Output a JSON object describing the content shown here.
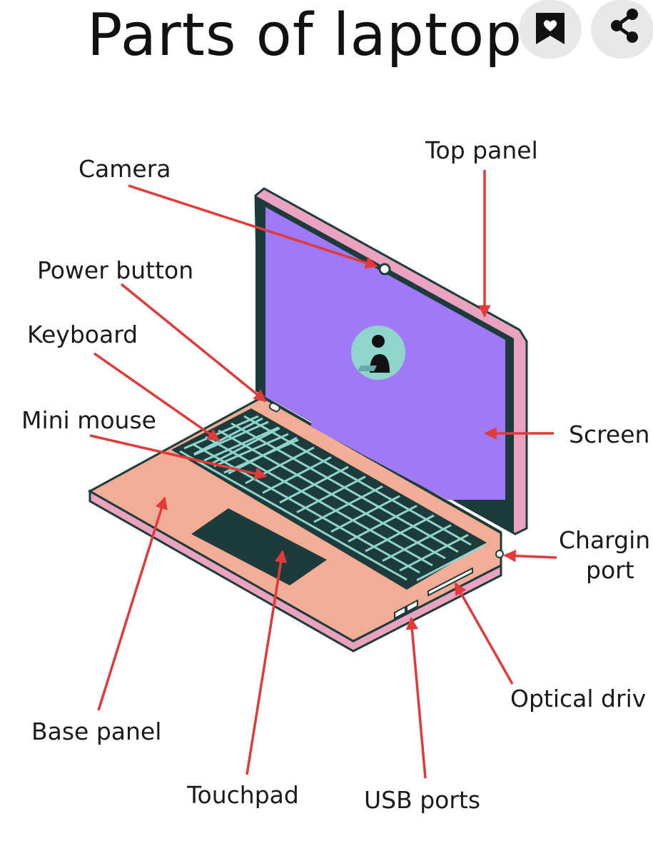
{
  "title": "Parts of laptop",
  "labels": {
    "camera": "Camera",
    "top_panel": "Top panel",
    "power_button": "Power button",
    "keyboard": "Keyboard",
    "mini_mouse": "Mini mouse",
    "screen": "Screen",
    "charging_port_line1": "Chargin",
    "charging_port_line2": "port",
    "optical_drive": "Optical driv",
    "base_panel": "Base panel",
    "touchpad": "Touchpad",
    "usb_ports": "USB ports"
  },
  "toolbar": {
    "save_icon": "bookmark-heart-icon",
    "share_icon": "share-icon"
  },
  "colors": {
    "screen": "#a079f7",
    "lid_outline": "#1d3b3a",
    "lid_frame": "#e9a2bf",
    "base_top": "#f2ad96",
    "base_side": "#e9a2bf",
    "keys": "#8fd5cc",
    "touchpad": "#1d3b3a",
    "arrow": "#e03a3a"
  }
}
